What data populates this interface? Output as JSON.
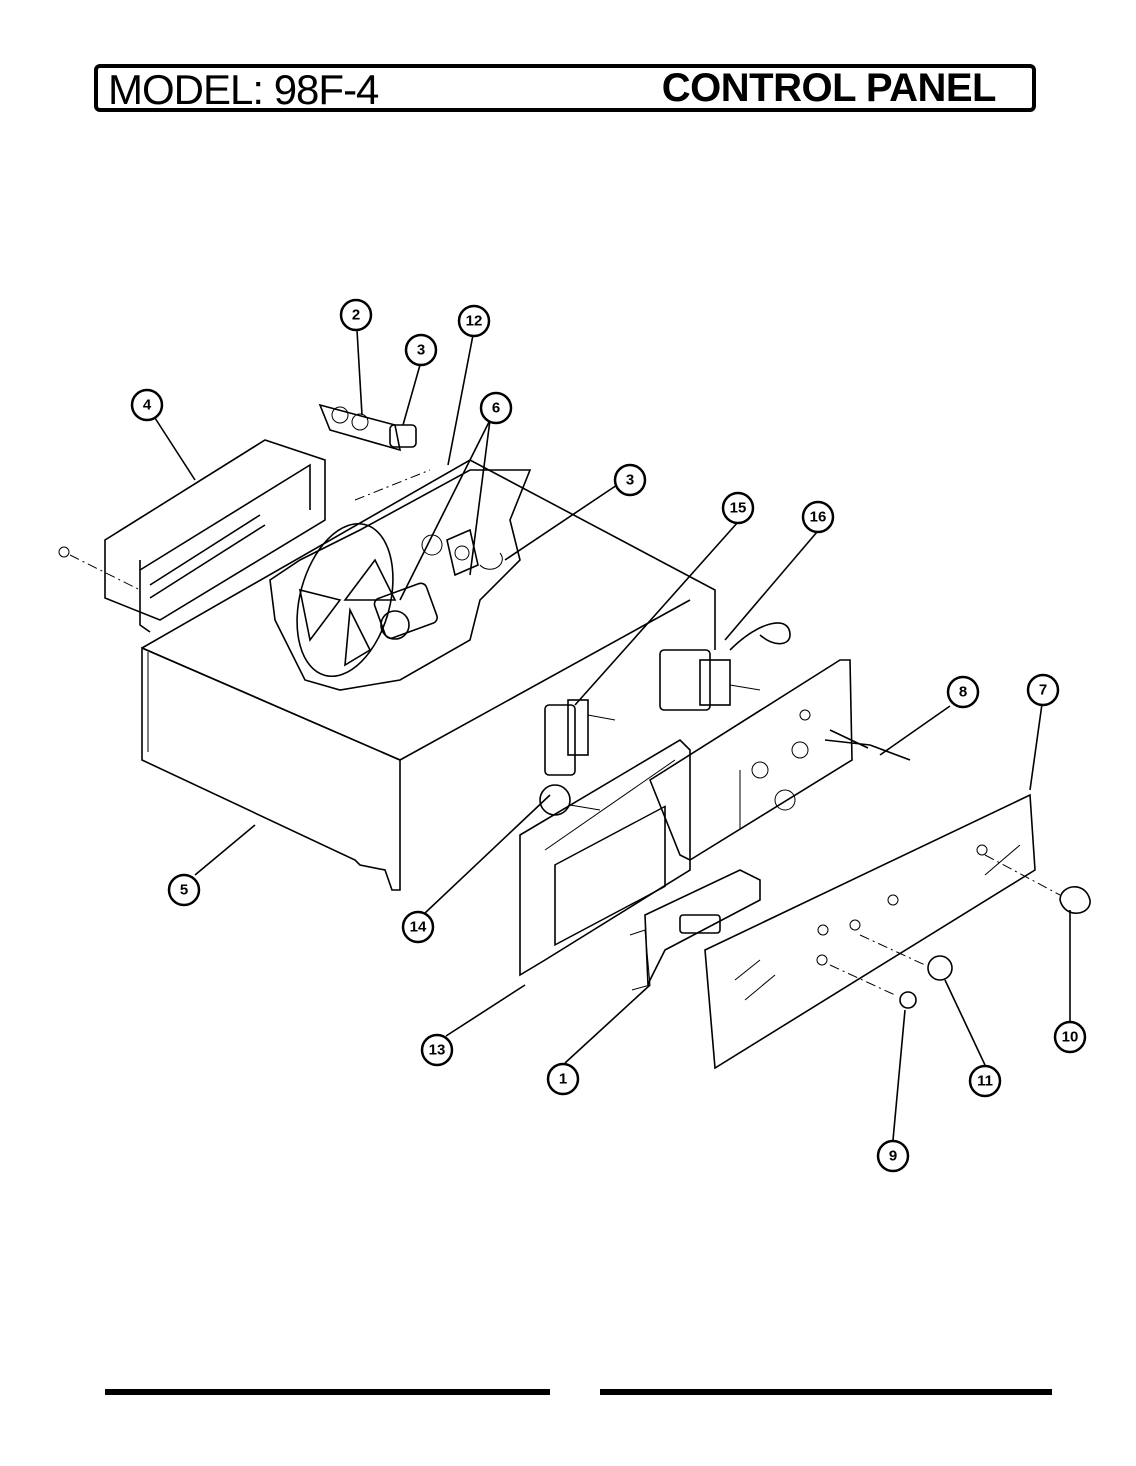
{
  "header": {
    "model": "MODEL: 98F-4",
    "section": "CONTROL PANEL"
  },
  "callouts": {
    "c1": "1",
    "c2": "2",
    "c3a": "3",
    "c3b": "3",
    "c4": "4",
    "c5": "5",
    "c6": "6",
    "c7": "7",
    "c8": "8",
    "c9": "9",
    "c10": "10",
    "c11": "11",
    "c12": "12",
    "c13": "13",
    "c14": "14",
    "c15": "15",
    "c16": "16"
  }
}
